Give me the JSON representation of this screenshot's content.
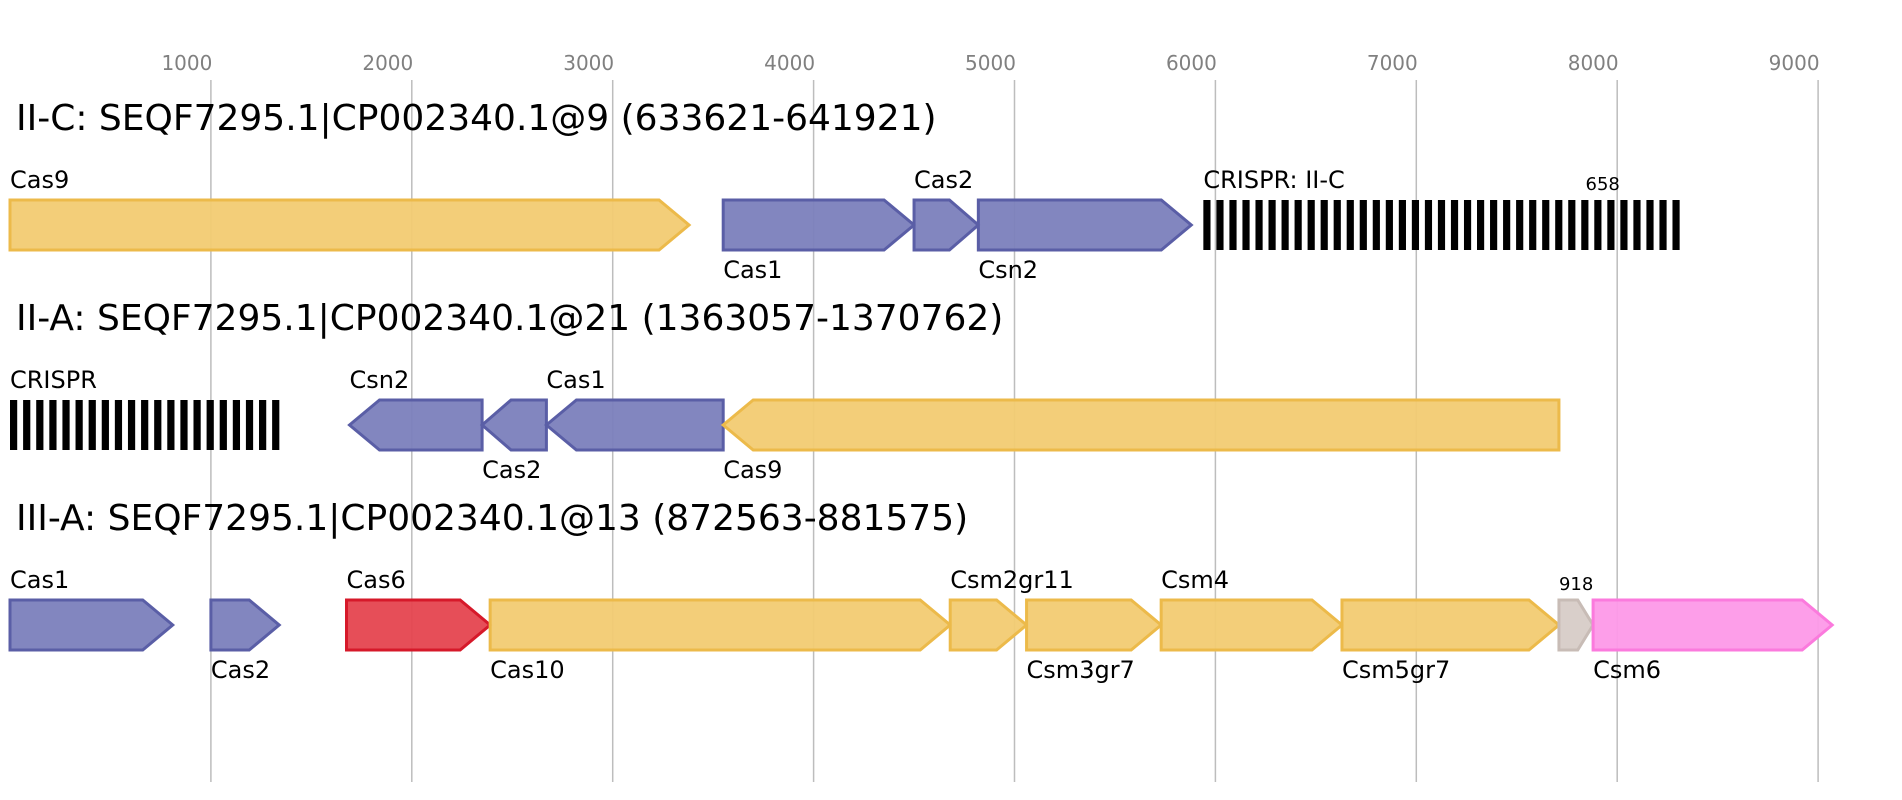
{
  "colors": {
    "blue": "#7b7fbc",
    "blue_stroke": "#5a5ea6",
    "yellow": "#f2cb72",
    "yellow_stroke": "#ecba4a",
    "red": "#e5444f",
    "red_stroke": "#d6192a",
    "pink": "#fd99e8",
    "pink_stroke": "#fb7add",
    "gray": "#d7ccc7",
    "gray_stroke": "#c8bcb6",
    "grid": "#bdbdbd",
    "tick": "#808080"
  },
  "axis": {
    "ticks": [
      1000,
      2000,
      3000,
      4000,
      5000,
      6000,
      7000,
      8000,
      9000
    ],
    "range": [
      0,
      9500
    ]
  },
  "tracks": [
    {
      "title": "II-C: SEQF7295.1|CP002340.1@9 (633621-641921)",
      "genes": [
        {
          "name": "Cas9",
          "start": 0,
          "end": 3380,
          "strand": "+",
          "color": "yellow",
          "label_pos": "above"
        },
        {
          "name": "Cas1",
          "start": 3550,
          "end": 4500,
          "strand": "+",
          "color": "blue",
          "label_pos": "below"
        },
        {
          "name": "Cas2",
          "start": 4500,
          "end": 4820,
          "strand": "+",
          "color": "blue",
          "label_pos": "above"
        },
        {
          "name": "Csn2",
          "start": 4820,
          "end": 5880,
          "strand": "+",
          "color": "blue",
          "label_pos": "below"
        }
      ],
      "crisprs": [
        {
          "label": "CRISPR: II-C",
          "count": "658",
          "start": 5940,
          "end": 8340,
          "bars": 37
        }
      ]
    },
    {
      "title": "II-A: SEQF7295.1|CP002340.1@21 (1363057-1370762)",
      "genes": [
        {
          "name": "Csn2",
          "start": 1690,
          "end": 2350,
          "strand": "-",
          "color": "blue",
          "label_pos": "above"
        },
        {
          "name": "Cas2",
          "start": 2350,
          "end": 2670,
          "strand": "-",
          "color": "blue",
          "label_pos": "below"
        },
        {
          "name": "Cas1",
          "start": 2670,
          "end": 3550,
          "strand": "-",
          "color": "blue",
          "label_pos": "above"
        },
        {
          "name": "Cas9",
          "start": 3550,
          "end": 7710,
          "strand": "-",
          "color": "yellow",
          "label_pos": "below"
        }
      ],
      "crisprs": [
        {
          "label": "CRISPR",
          "count": "",
          "start": 0,
          "end": 1370,
          "bars": 21
        }
      ]
    },
    {
      "title": "III-A: SEQF7295.1|CP002340.1@13 (872563-881575)",
      "genes": [
        {
          "name": "Cas1",
          "start": 0,
          "end": 810,
          "strand": "+",
          "color": "blue",
          "label_pos": "above"
        },
        {
          "name": "Cas2",
          "start": 1000,
          "end": 1340,
          "strand": "+",
          "color": "blue",
          "label_pos": "below"
        },
        {
          "name": "Cas6",
          "start": 1675,
          "end": 2390,
          "strand": "+",
          "color": "red",
          "label_pos": "above"
        },
        {
          "name": "Cas10",
          "start": 2390,
          "end": 4680,
          "strand": "+",
          "color": "yellow",
          "label_pos": "below"
        },
        {
          "name": "Csm2gr11",
          "start": 4680,
          "end": 5060,
          "strand": "+",
          "color": "yellow",
          "label_pos": "above"
        },
        {
          "name": "Csm3gr7",
          "start": 5060,
          "end": 5730,
          "strand": "+",
          "color": "yellow",
          "label_pos": "below"
        },
        {
          "name": "Csm4",
          "start": 5730,
          "end": 6630,
          "strand": "+",
          "color": "yellow",
          "label_pos": "above"
        },
        {
          "name": "Csm5gr7",
          "start": 6630,
          "end": 7710,
          "strand": "+",
          "color": "yellow",
          "label_pos": "below"
        },
        {
          "name": "918",
          "start": 7710,
          "end": 7880,
          "strand": "+",
          "color": "gray",
          "label_pos": "above-small"
        },
        {
          "name": "Csm6",
          "start": 7880,
          "end": 9070,
          "strand": "+",
          "color": "pink",
          "label_pos": "below"
        }
      ],
      "crisprs": []
    }
  ]
}
